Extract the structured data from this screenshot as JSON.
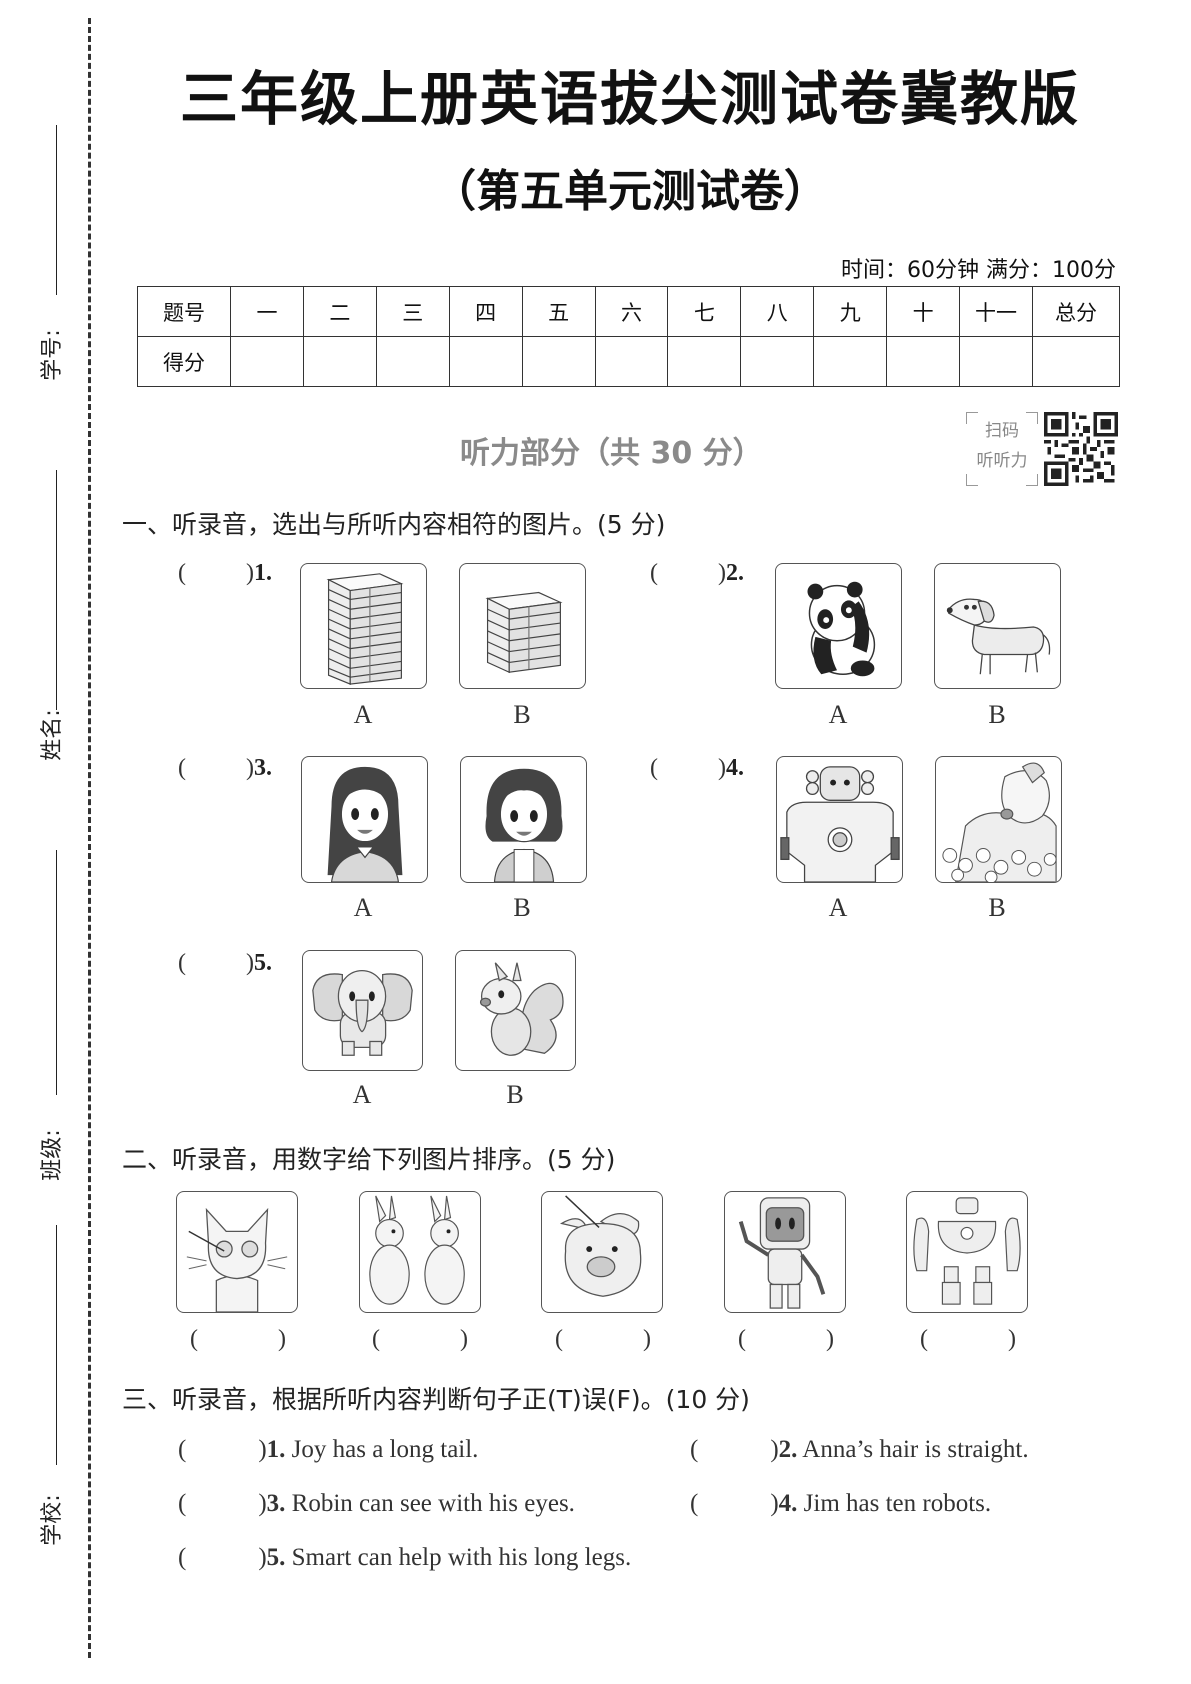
{
  "binding_margin": {
    "labels": [
      "学号:",
      "姓名:",
      "班级:",
      "学校:"
    ]
  },
  "header": {
    "title": "三年级上册英语拔尖测试卷冀教版",
    "subtitle": "（第五单元测试卷）",
    "meta": "时间：60分钟  满分：100分"
  },
  "score_table": {
    "row_headers": [
      "题号",
      "得分"
    ],
    "columns": [
      "一",
      "二",
      "三",
      "四",
      "五",
      "六",
      "七",
      "八",
      "九",
      "十",
      "十一",
      "总分"
    ],
    "scores": [
      "",
      "",
      "",
      "",
      "",
      "",
      "",
      "",
      "",
      "",
      "",
      ""
    ]
  },
  "listening": {
    "banner": "听力部分（共 30 分）",
    "scan_line1": "扫码",
    "scan_line2": "听听力",
    "qr_icon": "qr-code-icon"
  },
  "section1": {
    "title": "一、听录音，选出与所听内容相符的图片。(5 分)",
    "questions": [
      {
        "open": "(",
        "close": ")",
        "num": "1.",
        "options": [
          {
            "letter": "A",
            "image": "stack-of-10-books"
          },
          {
            "letter": "B",
            "image": "stack-of-6-books"
          }
        ]
      },
      {
        "open": "(",
        "close": ")",
        "num": "2.",
        "options": [
          {
            "letter": "A",
            "image": "panda"
          },
          {
            "letter": "B",
            "image": "dachshund-dog"
          }
        ]
      },
      {
        "open": "(",
        "close": ")",
        "num": "3.",
        "options": [
          {
            "letter": "A",
            "image": "girl-long-straight-hair"
          },
          {
            "letter": "B",
            "image": "girl-short-curly-hair"
          }
        ]
      },
      {
        "open": "(",
        "close": ")",
        "num": "4.",
        "options": [
          {
            "letter": "A",
            "image": "robot"
          },
          {
            "letter": "B",
            "image": "dog-with-flowers"
          }
        ]
      },
      {
        "open": "(",
        "close": ")",
        "num": "5.",
        "options": [
          {
            "letter": "A",
            "image": "elephant"
          },
          {
            "letter": "B",
            "image": "squirrel"
          }
        ]
      }
    ]
  },
  "section2": {
    "title": "二、听录音，用数字给下列图片排序。(5 分)",
    "pictures": [
      {
        "image": "cat-eye-arrow",
        "open": "(",
        "close": ")"
      },
      {
        "image": "two-rabbits",
        "open": "(",
        "close": ")"
      },
      {
        "image": "pig-ear-arrow",
        "open": "(",
        "close": ")"
      },
      {
        "image": "robot-waving",
        "open": "(",
        "close": ")"
      },
      {
        "image": "robot-parts",
        "open": "(",
        "close": ")"
      }
    ]
  },
  "section3": {
    "title": "三、听录音，根据所听内容判断句子正(T)误(F)。(10 分)",
    "items": [
      {
        "open": "(",
        "close": ")",
        "num": "1.",
        "text": " Joy has a long tail."
      },
      {
        "open": "(",
        "close": ")",
        "num": "2.",
        "text": " Anna’s hair is straight."
      },
      {
        "open": "(",
        "close": ")",
        "num": "3.",
        "text": " Robin can see with his eyes."
      },
      {
        "open": "(",
        "close": ")",
        "num": "4.",
        "text": " Jim has ten robots."
      },
      {
        "open": "(",
        "close": ")",
        "num": "5.",
        "text": " Smart can help with his long legs."
      }
    ]
  },
  "colors": {
    "text": "#111111",
    "banner_gray": "#8a8a8a",
    "border": "#333333"
  }
}
